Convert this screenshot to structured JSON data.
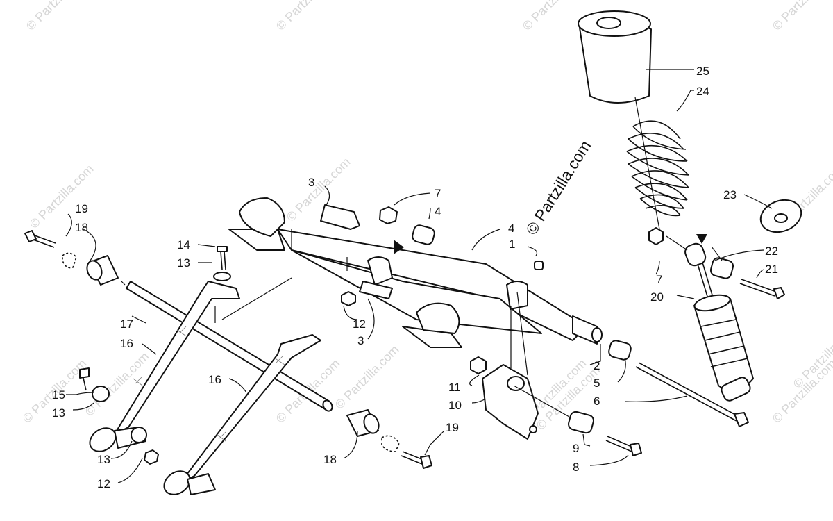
{
  "watermark": {
    "text": "© Partzilla.com",
    "copyright_mark": "©"
  },
  "callouts": [
    {
      "id": "c-25a",
      "label": "25"
    },
    {
      "id": "c-24a",
      "label": "24"
    },
    {
      "id": "c-23a",
      "label": "23"
    },
    {
      "id": "c-22a",
      "label": "22"
    },
    {
      "id": "c-21a",
      "label": "21"
    },
    {
      "id": "c-20a",
      "label": "20"
    },
    {
      "id": "c-7b",
      "label": "7"
    },
    {
      "id": "c-19a",
      "label": "19"
    },
    {
      "id": "c-18a",
      "label": "18"
    },
    {
      "id": "c-17a",
      "label": "17"
    },
    {
      "id": "c-16a",
      "label": "16"
    },
    {
      "id": "c-16b",
      "label": "16"
    },
    {
      "id": "c-15a",
      "label": "15"
    },
    {
      "id": "c-13a",
      "label": "13"
    },
    {
      "id": "c-13b",
      "label": "13"
    },
    {
      "id": "c-13c",
      "label": "13"
    },
    {
      "id": "c-14a",
      "label": "14"
    },
    {
      "id": "c-12a",
      "label": "12"
    },
    {
      "id": "c-12b",
      "label": "12"
    },
    {
      "id": "c-3a",
      "label": "3"
    },
    {
      "id": "c-3b",
      "label": "3"
    },
    {
      "id": "c-7a",
      "label": "7"
    },
    {
      "id": "c-4a",
      "label": "4"
    },
    {
      "id": "c-4b",
      "label": "4"
    },
    {
      "id": "c-1a",
      "label": "1"
    },
    {
      "id": "c-2a",
      "label": "2"
    },
    {
      "id": "c-5a",
      "label": "5"
    },
    {
      "id": "c-6a",
      "label": "6"
    },
    {
      "id": "c-11a",
      "label": "11"
    },
    {
      "id": "c-10a",
      "label": "10"
    },
    {
      "id": "c-9a",
      "label": "9"
    },
    {
      "id": "c-8a",
      "label": "8"
    },
    {
      "id": "c-18b",
      "label": "18"
    },
    {
      "id": "c-19b",
      "label": "19"
    }
  ]
}
